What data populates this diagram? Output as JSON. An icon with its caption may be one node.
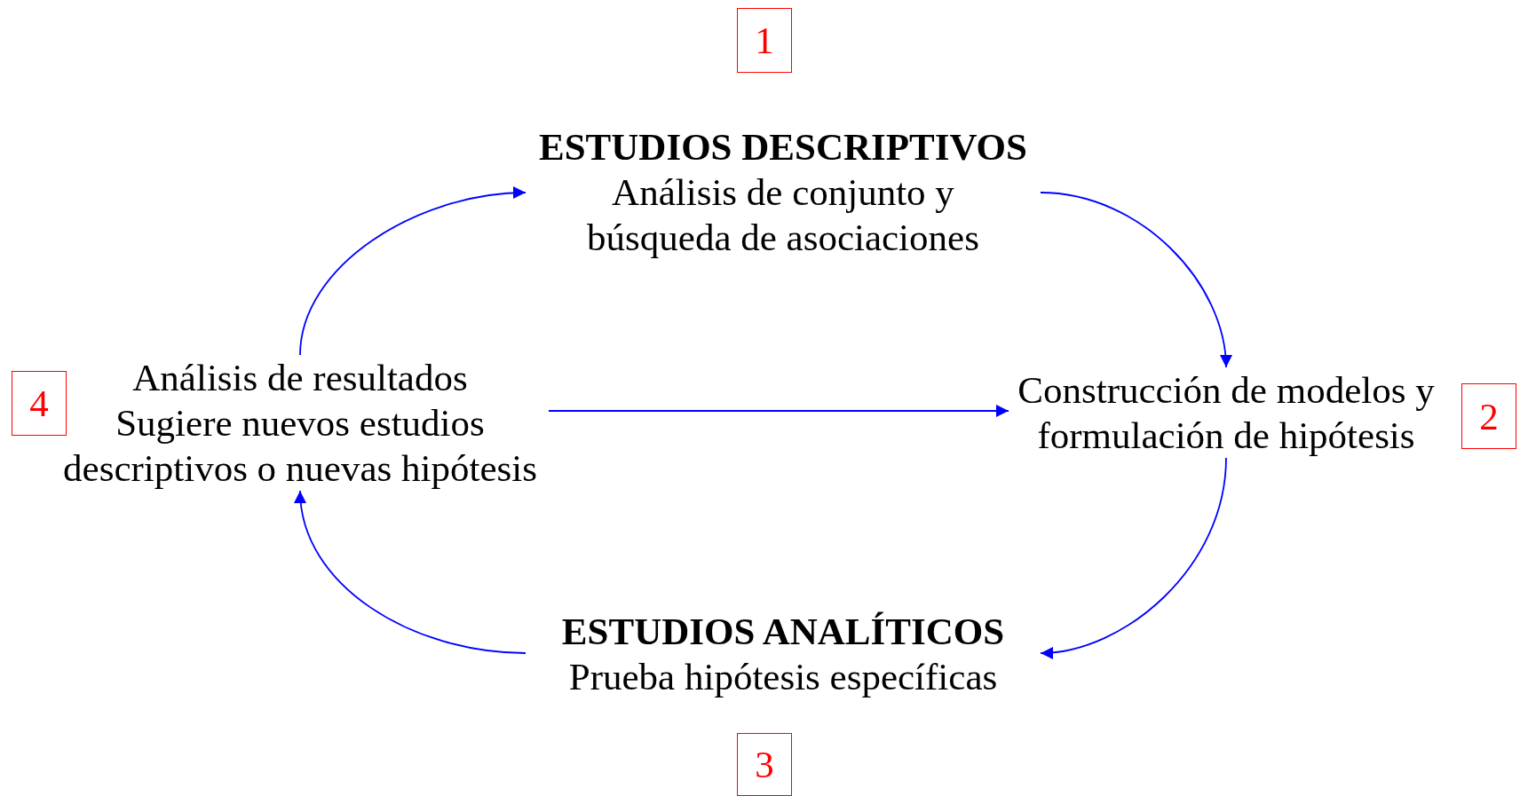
{
  "diagram": {
    "nodes": [
      {
        "text": [
          "1"
        ]
      },
      {
        "text": [
          "ESTUDIOS DESCRIPTIVOS",
          "Análisis de conjunto y búsqueda de asociaciones"
        ]
      },
      {
        "text": [
          "4"
        ]
      },
      {
        "text": [
          "Análisis de resultados",
          "Sugiere nuevos estudios descriptivos o nuevas hipótesis"
        ]
      },
      {
        "text": [
          "Construcción de modelos y formulación de hipótesis"
        ]
      },
      {
        "text": [
          "2"
        ]
      },
      {
        "text": [
          "ESTUDIOS ANALÍTICOS",
          "Prueba hipótesis específicas"
        ]
      },
      {
        "text": [
          "3"
        ]
      }
    ],
    "edges": [
      {
        "from": 3,
        "to": 1,
        "arrow": "to"
      },
      {
        "from": 1,
        "to": 4,
        "arrow": "to"
      },
      {
        "from": 4,
        "to": 6,
        "arrow": "to"
      },
      {
        "from": 6,
        "to": 3,
        "arrow": "to"
      },
      {
        "from": 3,
        "to": 4,
        "arrow": "to"
      }
    ]
  }
}
